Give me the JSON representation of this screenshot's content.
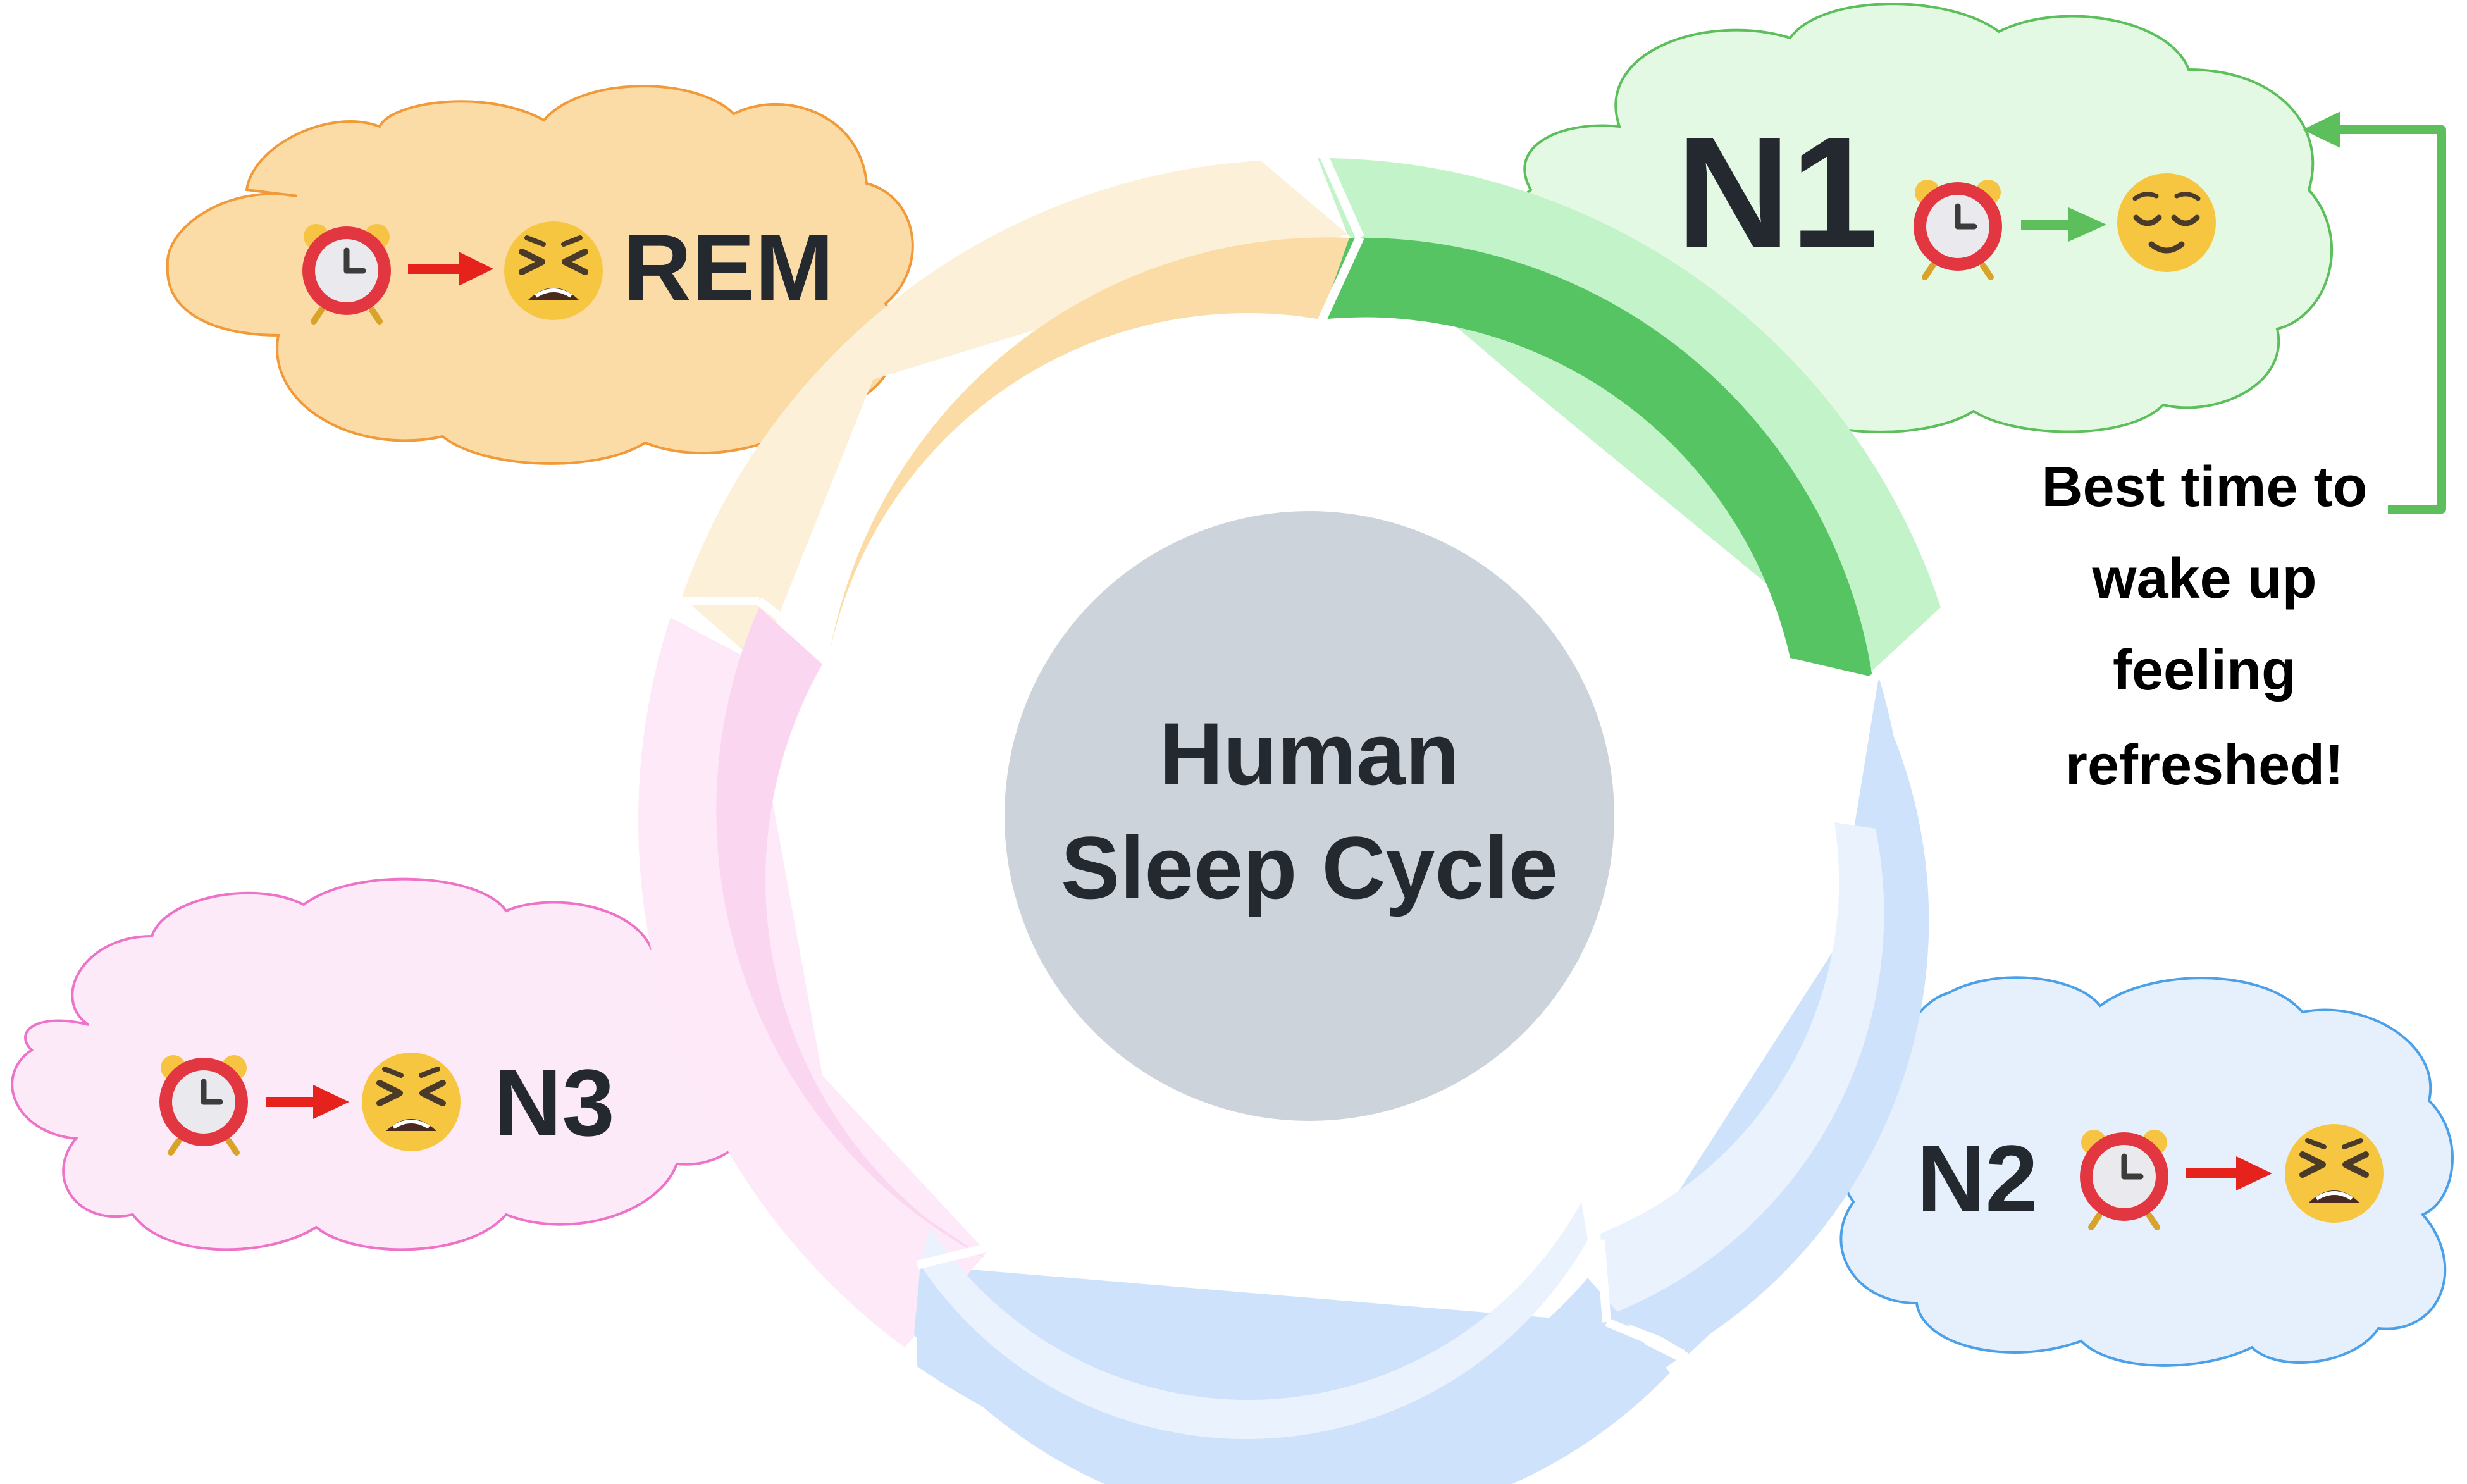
{
  "center": {
    "line1": "Human",
    "line2": "Sleep Cycle"
  },
  "stages": {
    "n1": {
      "label": "N1",
      "arrow_color": "#5cbf5c",
      "face": "relieved-face-icon"
    },
    "n2": {
      "label": "N2",
      "arrow_color": "#e6221c",
      "face": "tired-face-icon"
    },
    "n3": {
      "label": "N3",
      "arrow_color": "#e6221c",
      "face": "tired-face-icon"
    },
    "rem": {
      "label": "REM",
      "arrow_color": "#e6221c",
      "face": "tired-face-icon"
    }
  },
  "callout": {
    "lines": [
      "Best time to",
      "wake up",
      "feeling",
      "refreshed!"
    ]
  },
  "colors": {
    "n1": "#56c462",
    "n1_light": "#c3f3c8",
    "n1_cloud": "#e4f9e4",
    "n2": "#cfe2fb",
    "n2_light": "#e9f2fd",
    "n2_cloud": "#e6f0fc",
    "n3": "#fbd6f0",
    "n3_light": "#fde9f7",
    "n3_cloud": "#fdeaf8",
    "rem": "#fcdca6",
    "rem_light": "#fdf0d8",
    "rem_cloud": "#fbdca6",
    "center": "#ccd3db"
  }
}
